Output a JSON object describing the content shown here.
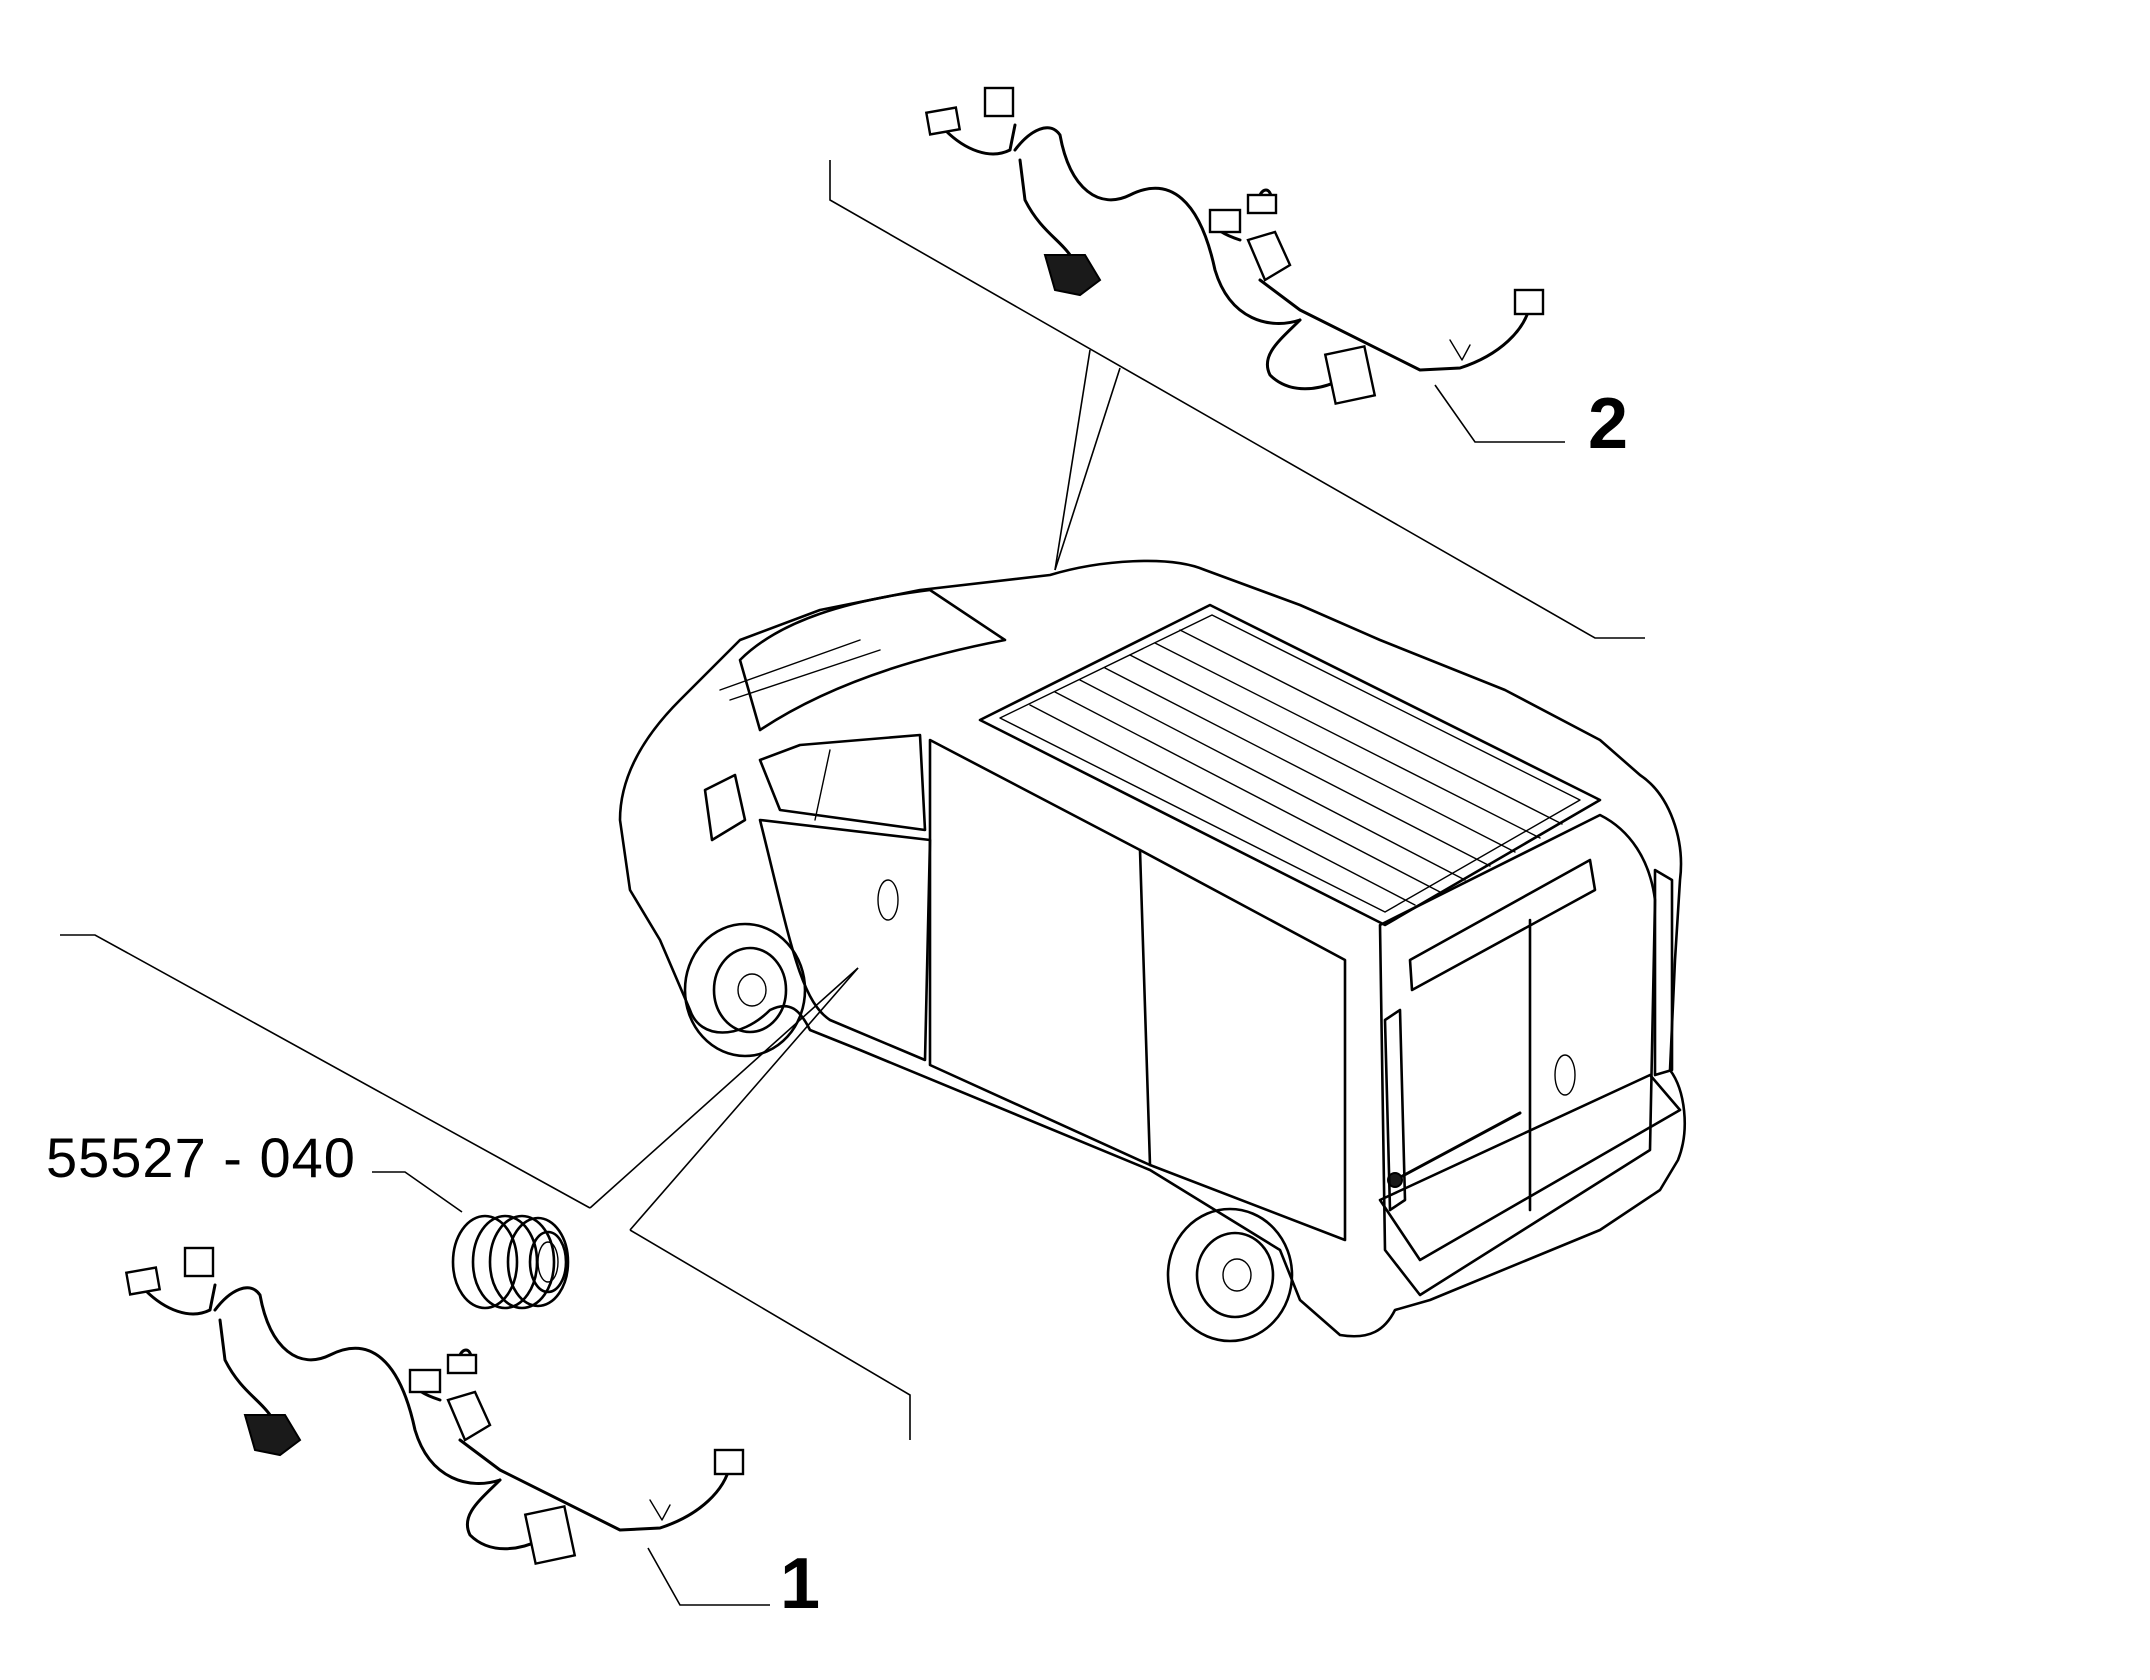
{
  "callouts": {
    "harness_upper": "2",
    "harness_lower": "1",
    "grommet_part": "55527 - 040"
  },
  "colors": {
    "line": "#000000",
    "background": "#ffffff"
  }
}
